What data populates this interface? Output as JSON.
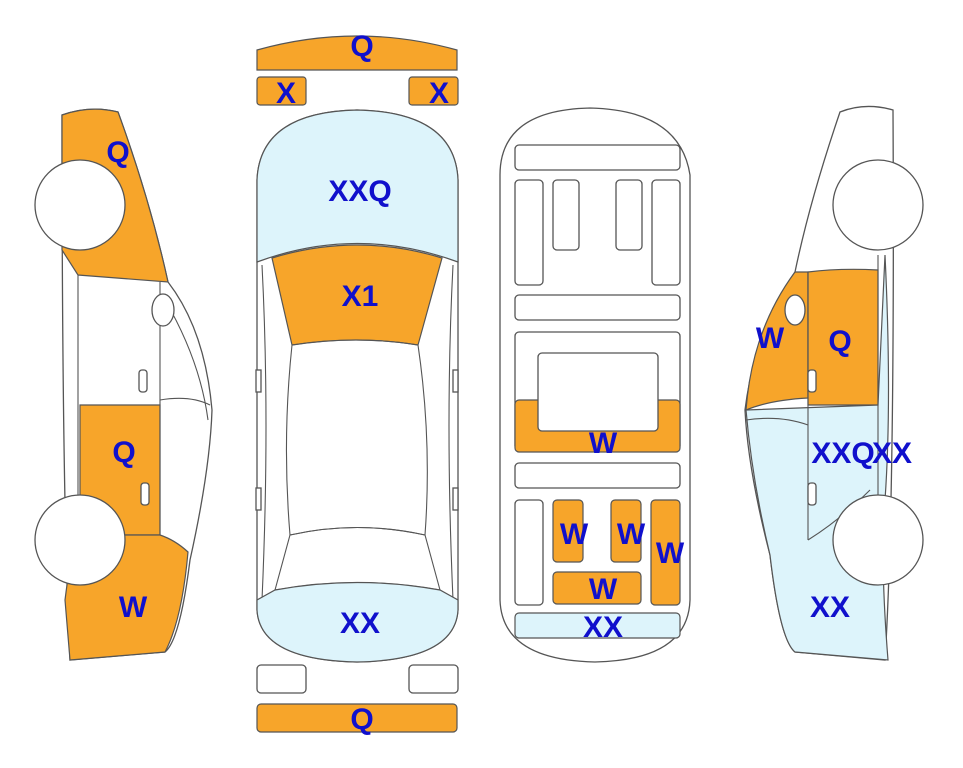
{
  "colors": {
    "orange": "#F7A52A",
    "light_blue": "#DDF4FB",
    "label": "#1010CC",
    "stroke": "#555555"
  },
  "labels": {
    "front_bumper_strip": "Q",
    "headlight_left": "X",
    "headlight_right": "X",
    "hood": "XXQ",
    "windshield": "X1",
    "trunk": "XX",
    "rear_bumper": "Q",
    "left_front_fender": "Q",
    "left_rear_door": "Q",
    "left_rear_quarter": "W",
    "floor_middle": "W",
    "floor_rear_left": "W",
    "floor_rear_center": "W",
    "floor_rear_right": "W",
    "floor_rear_bottom": "W",
    "floor_rear_panel": "XX",
    "right_a_pillar": "W",
    "right_front_door": "Q",
    "right_rear_door": "XXQ",
    "right_rear_door_extra": "XX",
    "right_rear_quarter": "XX"
  }
}
